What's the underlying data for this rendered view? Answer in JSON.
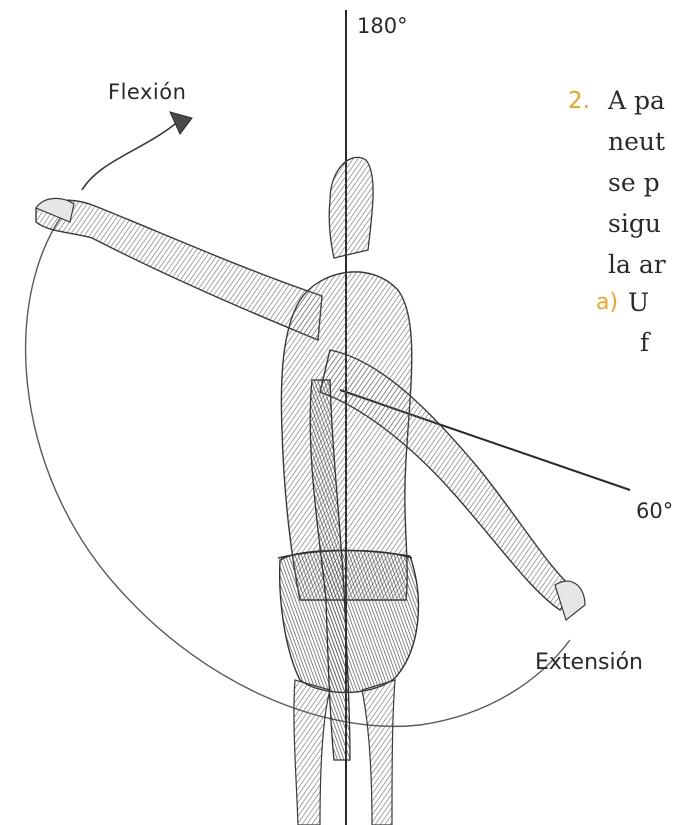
{
  "diagram": {
    "labels": {
      "top_angle": "180°",
      "flexion": "Flexión",
      "angle_60": "60°",
      "extension": "Extensión"
    },
    "colors": {
      "pencil": "#2a2a2a",
      "accent": "#f2a31b",
      "shading": "#8a8a8a"
    }
  },
  "text": {
    "item_number": "2.",
    "lines": [
      "A pa",
      "neut",
      "se p",
      "sigu",
      "la ar"
    ],
    "sub_letter": "a)",
    "sub_lines": [
      "U",
      "f"
    ]
  }
}
